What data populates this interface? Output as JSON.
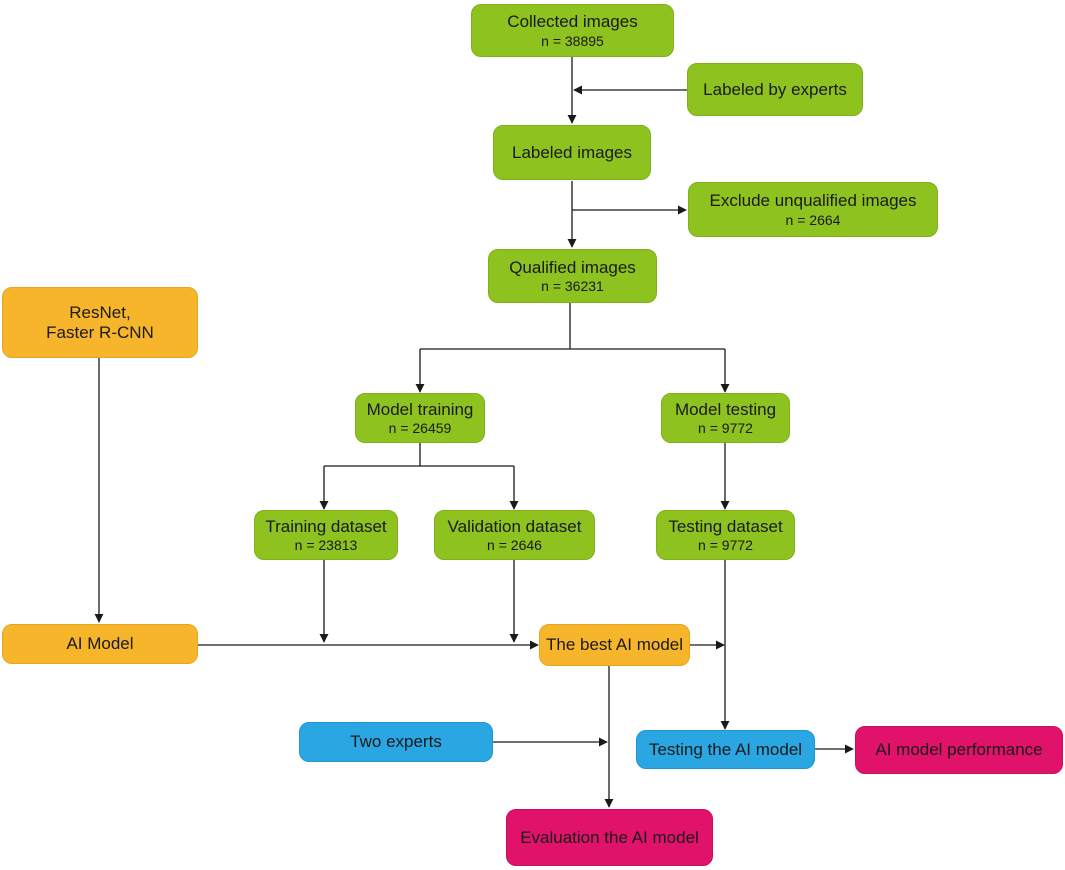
{
  "nodes": {
    "collected": {
      "title": "Collected images",
      "sub": "n = 38895"
    },
    "labeled_by_experts": {
      "title": "Labeled by experts"
    },
    "labeled_images": {
      "title": "Labeled images"
    },
    "exclude": {
      "title": "Exclude unqualified images",
      "sub": "n = 2664"
    },
    "qualified": {
      "title": "Qualified images",
      "sub": "n = 36231"
    },
    "resnet": {
      "line1": "ResNet,",
      "line2": "Faster R-CNN"
    },
    "model_training": {
      "title": "Model training",
      "sub": "n = 26459"
    },
    "model_testing": {
      "title": "Model testing",
      "sub": "n = 9772"
    },
    "training_dataset": {
      "title": "Training dataset",
      "sub": "n = 23813"
    },
    "validation_dataset": {
      "title": "Validation dataset",
      "sub": "n = 2646"
    },
    "testing_dataset": {
      "title": "Testing dataset",
      "sub": "n = 9772"
    },
    "ai_model": {
      "title": "AI Model"
    },
    "best_ai_model": {
      "title": "The best AI model"
    },
    "two_experts": {
      "title": "Two experts"
    },
    "testing_ai_model": {
      "title": "Testing the AI model"
    },
    "ai_performance": {
      "title": "AI model performance"
    },
    "evaluation": {
      "title": "Evaluation the AI model"
    }
  },
  "colors": {
    "data_node": "#8dc21f",
    "model_node": "#f6b52a",
    "process_node": "#2aa7e2",
    "result_node": "#e0126a",
    "connector": "#1a1a1a"
  }
}
